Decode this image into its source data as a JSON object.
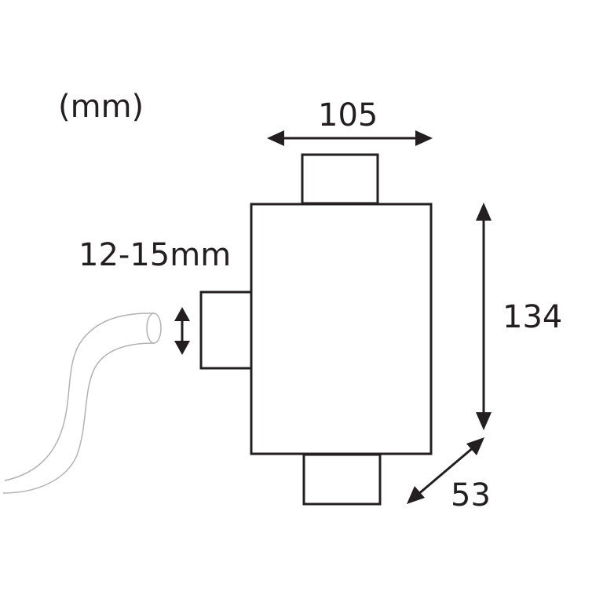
{
  "units_label": "(mm)",
  "dimensions": {
    "width": "105",
    "height": "134",
    "depth": "53",
    "cable_diameter": "12-15mm"
  },
  "colors": {
    "line": "#231f20",
    "hose": "#b2b2b2",
    "background": "#ffffff"
  }
}
